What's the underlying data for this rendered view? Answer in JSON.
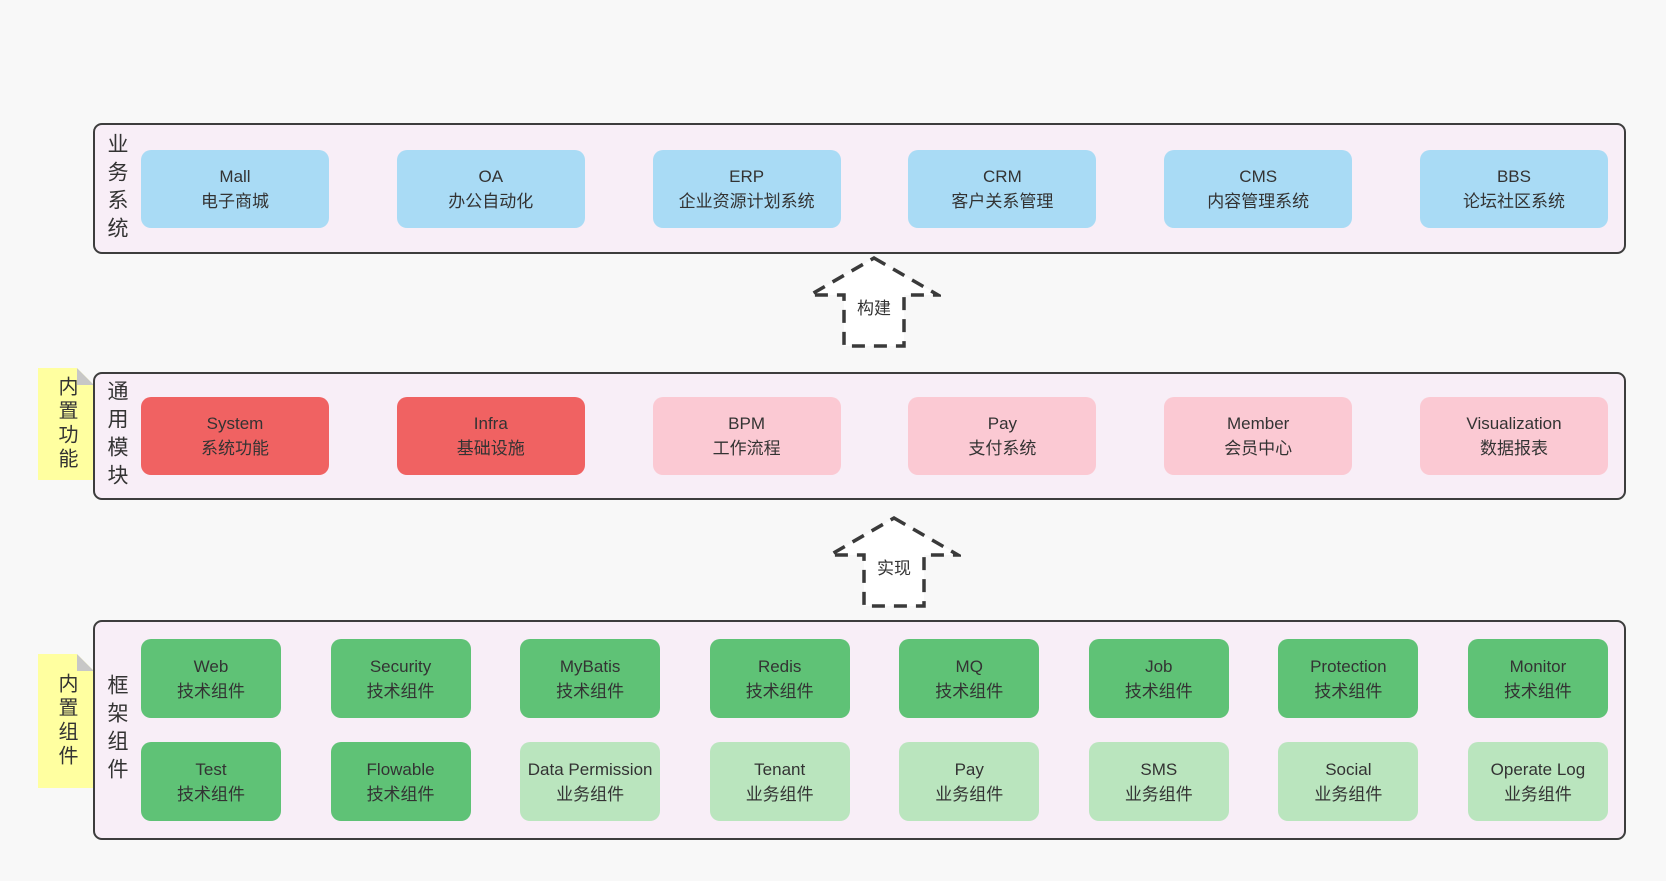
{
  "colors": {
    "page_bg": "#f8f8f8",
    "panel_bg": "#f8eef7",
    "panel_border": "#3d3d3d",
    "blue_box": "#a9dbf5",
    "red_box": "#f06262",
    "pink_box": "#fbc9d3",
    "green_box": "#5fc276",
    "green_light_box": "#bae5be",
    "note_yellow": "#ffffa0",
    "note_fold": "#c7c7c7",
    "text": "#333333"
  },
  "arrows": {
    "build": {
      "label": "构建"
    },
    "implement": {
      "label": "实现"
    }
  },
  "sections": {
    "business": {
      "label": "业务系统",
      "items": [
        {
          "en": "Mall",
          "zh": "电子商城",
          "variant": "blue"
        },
        {
          "en": "OA",
          "zh": "办公自动化",
          "variant": "blue"
        },
        {
          "en": "ERP",
          "zh": "企业资源计划系统",
          "variant": "blue"
        },
        {
          "en": "CRM",
          "zh": "客户关系管理",
          "variant": "blue"
        },
        {
          "en": "CMS",
          "zh": "内容管理系统",
          "variant": "blue"
        },
        {
          "en": "BBS",
          "zh": "论坛社区系统",
          "variant": "blue"
        }
      ]
    },
    "modules": {
      "label": "通用模块",
      "note": "内置功能",
      "items": [
        {
          "en": "System",
          "zh": "系统功能",
          "variant": "red"
        },
        {
          "en": "Infra",
          "zh": "基础设施",
          "variant": "red"
        },
        {
          "en": "BPM",
          "zh": "工作流程",
          "variant": "pink"
        },
        {
          "en": "Pay",
          "zh": "支付系统",
          "variant": "pink"
        },
        {
          "en": "Member",
          "zh": "会员中心",
          "variant": "pink"
        },
        {
          "en": "Visualization",
          "zh": "数据报表",
          "variant": "pink"
        }
      ]
    },
    "framework": {
      "label": "框架组件",
      "note": "内置组件",
      "row1": [
        {
          "en": "Web",
          "zh": "技术组件",
          "variant": "green"
        },
        {
          "en": "Security",
          "zh": "技术组件",
          "variant": "green"
        },
        {
          "en": "MyBatis",
          "zh": "技术组件",
          "variant": "green"
        },
        {
          "en": "Redis",
          "zh": "技术组件",
          "variant": "green"
        },
        {
          "en": "MQ",
          "zh": "技术组件",
          "variant": "green"
        },
        {
          "en": "Job",
          "zh": "技术组件",
          "variant": "green"
        },
        {
          "en": "Protection",
          "zh": "技术组件",
          "variant": "green"
        },
        {
          "en": "Monitor",
          "zh": "技术组件",
          "variant": "green"
        }
      ],
      "row2": [
        {
          "en": "Test",
          "zh": "技术组件",
          "variant": "green"
        },
        {
          "en": "Flowable",
          "zh": "技术组件",
          "variant": "green"
        },
        {
          "en": "Data Permission",
          "zh": "业务组件",
          "variant": "green-light"
        },
        {
          "en": "Tenant",
          "zh": "业务组件",
          "variant": "green-light"
        },
        {
          "en": "Pay",
          "zh": "业务组件",
          "variant": "green-light"
        },
        {
          "en": "SMS",
          "zh": "业务组件",
          "variant": "green-light"
        },
        {
          "en": "Social",
          "zh": "业务组件",
          "variant": "green-light"
        },
        {
          "en": "Operate Log",
          "zh": "业务组件",
          "variant": "green-light"
        }
      ]
    }
  }
}
